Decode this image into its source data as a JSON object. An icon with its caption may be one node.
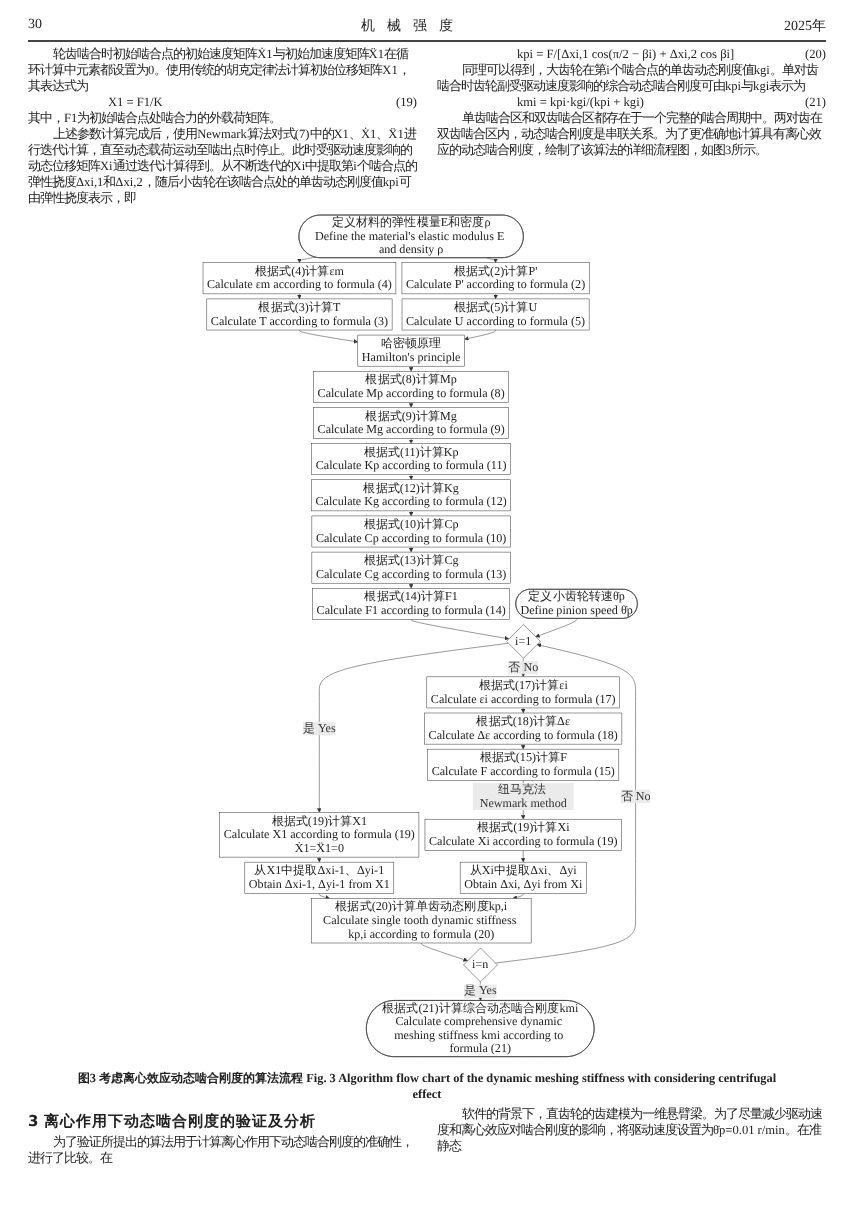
{
  "diagram": {
    "caption": "图3 考虑离心效应动态啮合刚度的算法流程 Fig. 3 Algorithm flow chart of the dynamic meshing stiffness with considering centrifugal effect",
    "nodes": [
      {
        "text": [
          "定义材料的弹性模量E和密度ρ",
          "Define the material's elastic modulus E and density ρ"
        ]
      },
      {
        "text": [
          "根据式(4)计算εm",
          "Calculate εm according to formula (4)"
        ]
      },
      {
        "text": [
          "根据式(2)计算P'",
          "Calculate P' according to formula (2)"
        ]
      },
      {
        "text": [
          "根据式(3)计算T",
          "Calculate T according to formula (3)"
        ]
      },
      {
        "text": [
          "根据式(5)计算U",
          "Calculate U according to formula (5)"
        ]
      },
      {
        "text": [
          "哈密顿原理",
          "Hamilton's principle"
        ]
      },
      {
        "text": [
          "根据式(8)计算Mp",
          "Calculate Mp according to formula (8)"
        ]
      },
      {
        "text": [
          "根据式(9)计算Mg",
          "Calculate Mg according to formula (9)"
        ]
      },
      {
        "text": [
          "根据式(11)计算Kp",
          "Calculate Kp according to formula (11)"
        ]
      },
      {
        "text": [
          "根据式(12)计算Kg",
          "Calculate Kg according to formula (12)"
        ]
      },
      {
        "text": [
          "根据式(10)计算Cp",
          "Calculate Cp according to formula (10)"
        ]
      },
      {
        "text": [
          "根据式(13)计算Cg",
          "Calculate Cg according to formula (13)"
        ]
      },
      {
        "text": [
          "根据式(14)计算F1",
          "Calculate F1 according to formula (14)"
        ]
      },
      {
        "text": [
          "定义小齿轮转速θ̇p",
          "Define pinion speed θ̇p"
        ]
      },
      {
        "text": [
          "i=1"
        ]
      },
      {
        "text": [
          "根据式(17)计算εi",
          "Calculate εi according to formula (17)"
        ]
      },
      {
        "text": [
          "根据式(18)计算Δε",
          "Calculate Δε according to formula (18)"
        ]
      },
      {
        "text": [
          "根据式(15)计算F",
          "Calculate F according to formula (15)"
        ]
      },
      {
        "text": [
          "根据式(19)计算Xi",
          "Calculate Xi according to formula (19)"
        ]
      },
      {
        "text": [
          "从Xi中提取Δxi、Δyi",
          "Obtain Δxi, Δyi from Xi"
        ]
      },
      {
        "text": [
          "根据式(19)计算X1",
          "Calculate X1 according to formula (19)",
          "Ẋ1=Ẍ1=0"
        ]
      },
      {
        "text": [
          "从X1中提取Δxi-1、Δyi-1",
          "Obtain Δxi-1, Δyi-1 from X1"
        ]
      },
      {
        "text": [
          "根据式(20)计算单齿动态刚度kp,i",
          "Calculate single tooth dynamic stiffness kp,i according to formula (20)"
        ]
      },
      {
        "text": [
          "i=n"
        ]
      },
      {
        "text": [
          "根据式(21)计算综合动态啮合刚度kmi",
          "Calculate comprehensive dynamic meshing stiffness kmi according to formula (21)"
        ]
      }
    ],
    "edges": [
      {
        "from": 0,
        "to": 1,
        "arrow": "to"
      },
      {
        "from": 0,
        "to": 2,
        "arrow": "to"
      },
      {
        "from": 1,
        "to": 3,
        "arrow": "to"
      },
      {
        "from": 2,
        "to": 4,
        "arrow": "to"
      },
      {
        "from": 3,
        "to": 5,
        "arrow": "to"
      },
      {
        "from": 4,
        "to": 5,
        "arrow": "to"
      },
      {
        "from": 5,
        "to": 6,
        "arrow": "to"
      },
      {
        "from": 6,
        "to": 7,
        "arrow": "to"
      },
      {
        "from": 7,
        "to": 8,
        "arrow": "to"
      },
      {
        "from": 8,
        "to": 9,
        "arrow": "to"
      },
      {
        "from": 9,
        "to": 10,
        "arrow": "to"
      },
      {
        "from": 10,
        "to": 11,
        "arrow": "to"
      },
      {
        "from": 11,
        "to": 12,
        "arrow": "to"
      },
      {
        "from": 12,
        "to": 14,
        "arrow": "to"
      },
      {
        "from": 13,
        "to": 14,
        "arrow": "to"
      },
      {
        "from": 14,
        "to": 20,
        "arrow": "to",
        "label": "是 Yes"
      },
      {
        "from": 14,
        "to": 15,
        "arrow": "to",
        "label": "否 No"
      },
      {
        "from": 15,
        "to": 16,
        "arrow": "to"
      },
      {
        "from": 16,
        "to": 17,
        "arrow": "to"
      },
      {
        "from": 17,
        "to": 18,
        "arrow": "to",
        "label": "纽马克法 Newmark method"
      },
      {
        "from": 18,
        "to": 19,
        "arrow": "to"
      },
      {
        "from": 20,
        "to": 21,
        "arrow": "to"
      },
      {
        "from": 21,
        "to": 22,
        "arrow": "to"
      },
      {
        "from": 19,
        "to": 22,
        "arrow": "to"
      },
      {
        "from": 22,
        "to": 23,
        "arrow": "to"
      },
      {
        "from": 23,
        "to": 24,
        "arrow": "to",
        "label": "是 Yes"
      },
      {
        "from": 23,
        "to": 14,
        "arrow": "to",
        "label": "否 No"
      }
    ],
    "labels": [
      "30",
      "机械强度",
      "2025年",
      "轮齿啮合时初始啮合点的初始速度矩阵Ẋ1与初始加速度矩阵Ẍ1在循环计算中元素都设置为0。使用传统的胡克定律法计算初始位移矩阵X1，其表达式为",
      "X1 = F1/K",
      "(19)",
      "其中，F1为初始啮合点处啮合力的外载荷矩阵。",
      "上述参数计算完成后，使用Newmark算法对式(7)中的X1、Ẋ1、Ẍ1进行迭代计算，直至动态载荷运动至啮出点时停止。此时受驱动速度影响的动态位移矩阵Xi通过迭代计算得到。从不断迭代的Xi中提取第i个啮合点的弹性挠度Δxi,1和Δxi,2，随后小齿轮在该啮合点处的单齿动态刚度值kpi可由弹性挠度表示，即",
      "kpi = F/[Δxi,1 cos(π/2 − βi) + Δxi,2 cos βi]",
      "(20)",
      "同理可以得到，大齿轮在第i个啮合点的单齿动态刚度值kgi。单对齿啮合时齿轮副受驱动速度影响的综合动态啮合刚度可由kpi与kgi表示为",
      "kmi = kpi·kgi/(kpi + kgi)",
      "(21)",
      "单齿啮合区和双齿啮合区都存在于一个完整的啮合周期中。两对齿在双齿啮合区内，动态啮合刚度是串联关系。为了更准确地计算具有离心效应的动态啮合刚度，绘制了该算法的详细流程图，如图3所示。",
      "3 离心作用下动态啮合刚度的验证及分析",
      "为了验证所提出的算法用于计算离心作用下动态啮合刚度的准确性，进行了比较。在",
      "软件的背景下，直齿轮的齿建模为一维悬臂梁。为了尽量减少驱动速度和离心效应对啮合刚度的影响，将驱动速度设置为θ̇p=0.01 r/min。在准静态"
    ]
  }
}
